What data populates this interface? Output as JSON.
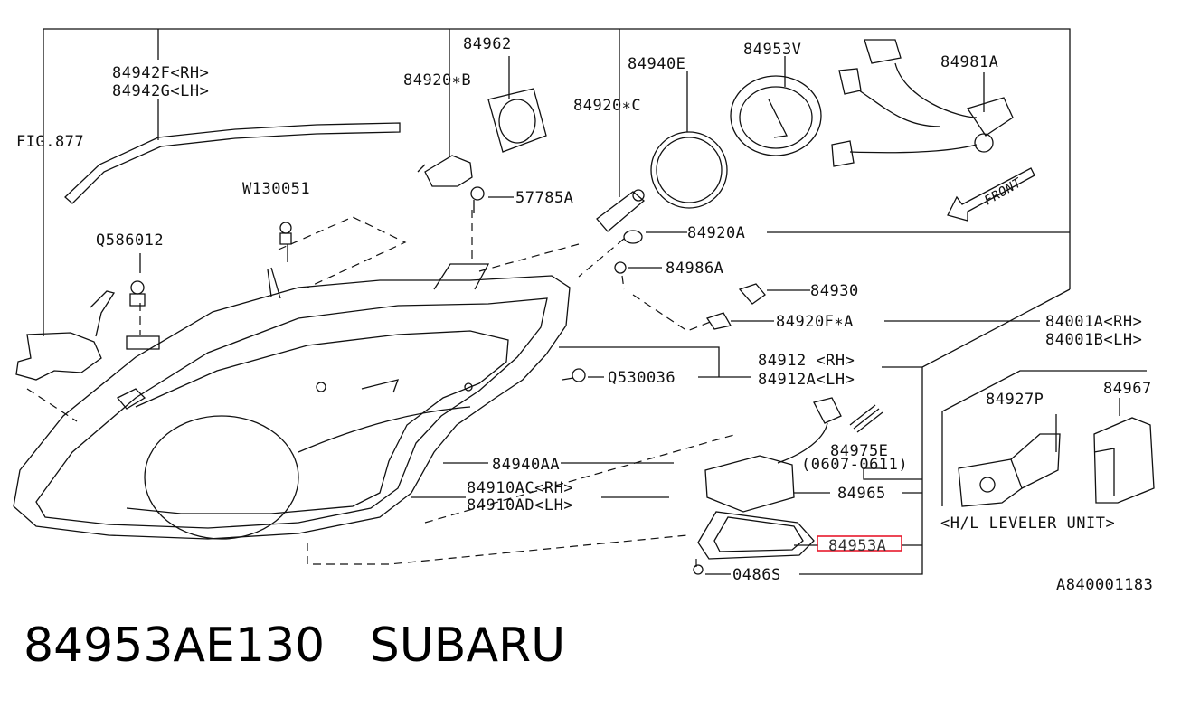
{
  "diagram": {
    "labels": {
      "p84962": "84962",
      "p84942f": "84942F<RH>",
      "p84942g": "84942G<LH>",
      "p84920b": "84920∗B",
      "fig877": "FIG.877",
      "w130051": "W130051",
      "q586012": "Q586012",
      "p57785a": "57785A",
      "p84940e": "84940E",
      "p84920c": "84920∗C",
      "p84953v": "84953V",
      "p84981a": "84981A",
      "front": "FRONT",
      "p84920a": "84920A",
      "p84986a": "84986A",
      "p84930": "84930",
      "p84920f": "84920F∗A",
      "p84001a": "84001A<RH>",
      "p84001b": "84001B<LH>",
      "p84912": "84912 <RH>",
      "p84912a": "84912A<LH>",
      "q530036": "Q530036",
      "p84927p": "84927P",
      "p84967": "84967",
      "p84975e": "84975E",
      "date_range": "(0607-0611)",
      "p84940aa": "84940AA",
      "p84910ac": "84910AC<RH>",
      "p84910ad": "84910AD<LH>",
      "p84965": "84965",
      "p84953a": "84953A",
      "leveler": "<H/L LEVELER UNIT>",
      "p0486s": "0486S",
      "ref_code": "A840001183"
    },
    "highlight_color": "#e8192c"
  },
  "footer": {
    "part_number": "84953AE130",
    "brand": "SUBARU"
  }
}
